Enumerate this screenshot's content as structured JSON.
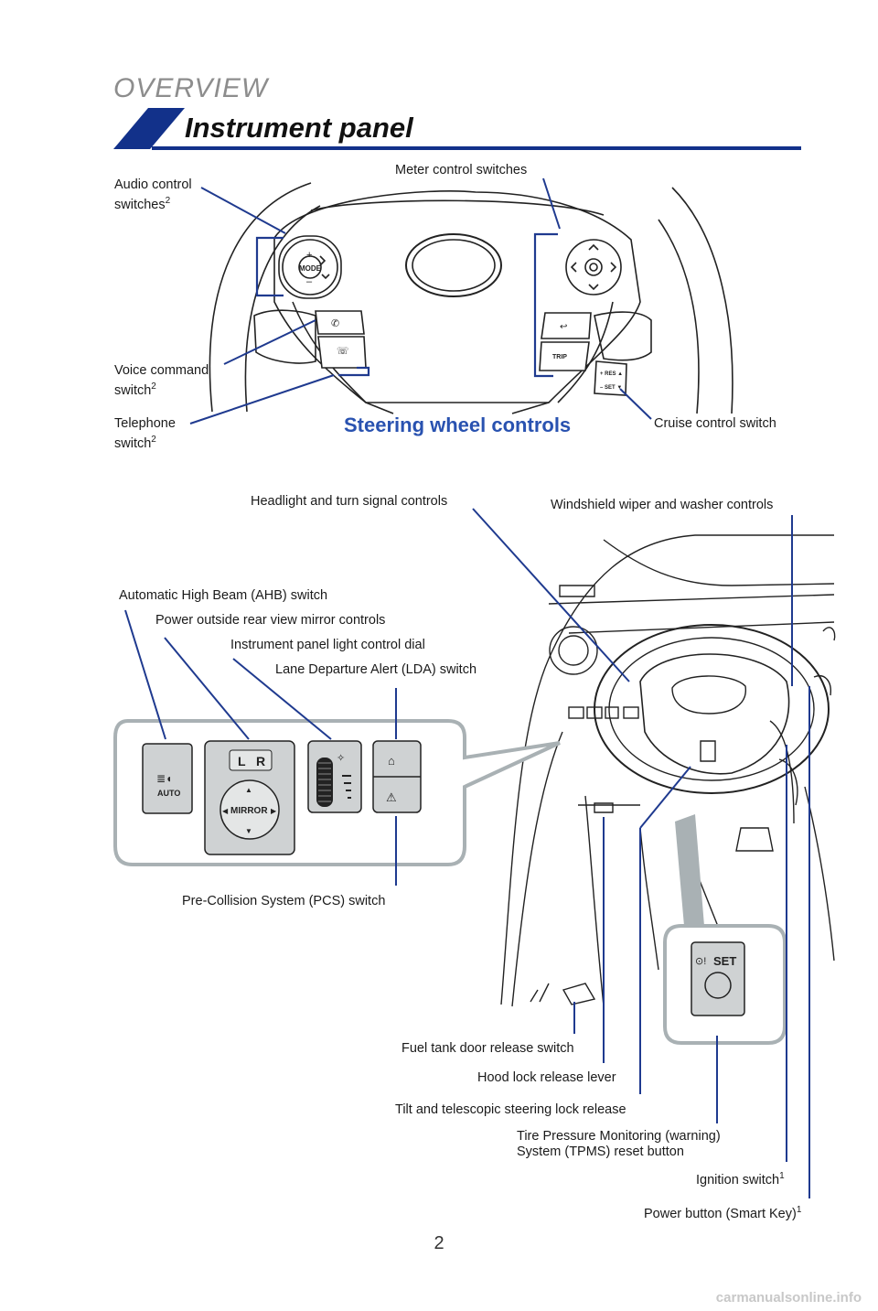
{
  "header": {
    "section": "OVERVIEW",
    "title": "Instrument panel"
  },
  "steering_wheel": {
    "caption": "Steering wheel controls",
    "labels": {
      "audio_control": "Audio control",
      "audio_control_2": "switches",
      "meter_control": "Meter control switches",
      "voice_command": "Voice command",
      "voice_command_2": "switch",
      "telephone": "Telephone",
      "telephone_2": "switch",
      "cruise_control": "Cruise control switch"
    },
    "buttons": {
      "mode": "MODE",
      "trip": "TRIP",
      "res": "+ RES ▲",
      "set": "– SET ▼"
    }
  },
  "dash": {
    "labels": {
      "headlight": "Headlight and turn signal controls",
      "wiper": "Windshield wiper and washer controls",
      "ahb": "Automatic High Beam (AHB) switch",
      "mirror_controls": "Power outside rear view mirror controls",
      "panel_light": "Instrument panel light control dial",
      "lda": "Lane Departure Alert (LDA) switch",
      "pcs": "Pre-Collision System (PCS) switch",
      "fuel_door": "Fuel tank door release switch",
      "hood": "Hood lock release lever",
      "tilt": "Tilt and telescopic steering lock release",
      "tpms_1": "Tire Pressure Monitoring (warning)",
      "tpms_2": "System (TPMS) reset button",
      "ignition": "Ignition switch",
      "power_button": "Power button (Smart Key)"
    },
    "buttons": {
      "auto": "AUTO",
      "l": "L",
      "r": "R",
      "mirror": "MIRROR",
      "set": "SET"
    }
  },
  "superscripts": {
    "two": "2",
    "one": "1"
  },
  "footer": {
    "page_number": "2",
    "watermark": "carmanualsonline.info"
  },
  "colors": {
    "brand_blue": "#12318a",
    "leader_blue": "#1f3a8f",
    "caption_blue": "#2952b0",
    "callout_gray": "#a9b1b4"
  }
}
